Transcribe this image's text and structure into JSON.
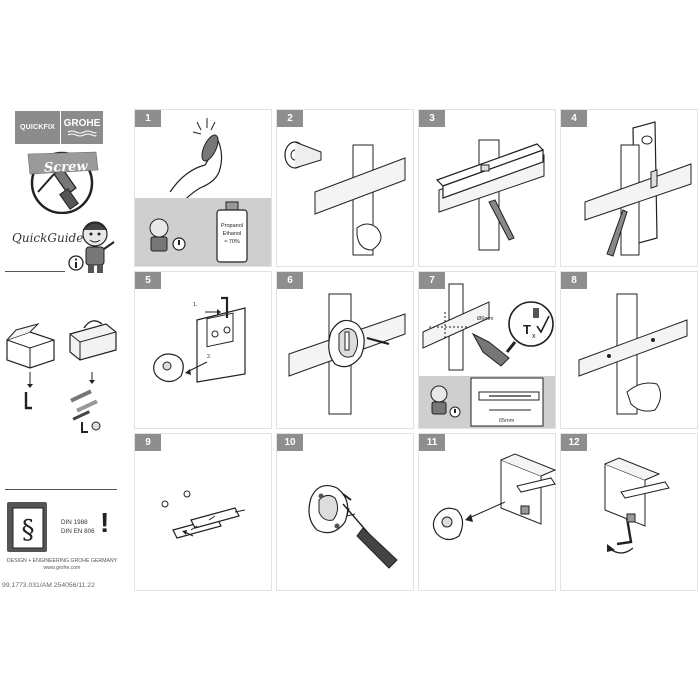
{
  "brand": {
    "quickfix": "QUICKFIX",
    "grohe": "GROHE",
    "install_type": "Screw"
  },
  "guide": {
    "title": "QuickGuide"
  },
  "norms": {
    "line1": "DIN 1988",
    "line2": "DIN EN 806",
    "mark": "!"
  },
  "footer": {
    "design": "DESIGN + ENGINEERING GROHE GERMANY",
    "url": "www.grohe.com",
    "doc_number": "99.1773.031/AM 254056/11.22"
  },
  "steps": [
    {
      "number": "1",
      "bottle": {
        "line1": "Propanol",
        "line2": "Ethanol",
        "line3": "≈ 70%"
      }
    },
    {
      "number": "2"
    },
    {
      "number": "3"
    },
    {
      "number": "4"
    },
    {
      "number": "5",
      "arrow1": "1.",
      "arrow2": "2."
    },
    {
      "number": "6"
    },
    {
      "number": "7",
      "drill_diameter": "Ø6mm",
      "depth": "65mm"
    },
    {
      "number": "8"
    },
    {
      "number": "9"
    },
    {
      "number": "10"
    },
    {
      "number": "11"
    },
    {
      "number": "12"
    }
  ],
  "colors": {
    "badge": "#8e8e8e",
    "warning_box": "#cfcfcf",
    "brand": "#8c8c8c"
  },
  "icons": [
    "drill-icon",
    "mascot-icon",
    "info-icon",
    "box-icon",
    "toolbox-icon",
    "hex-key-icon",
    "paragraph-icon"
  ]
}
